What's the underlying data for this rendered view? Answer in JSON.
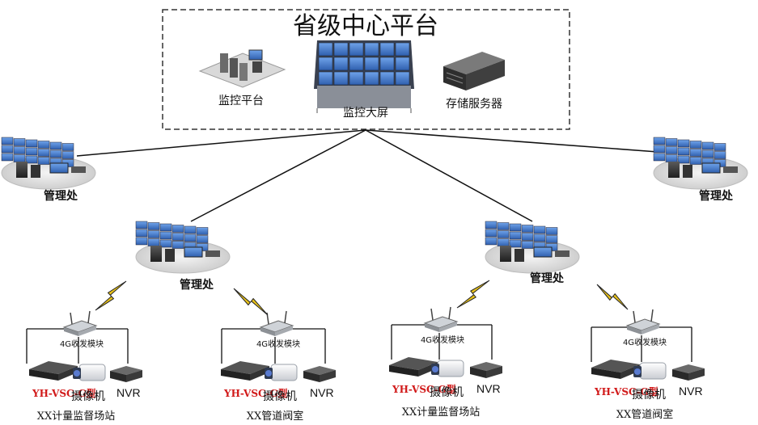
{
  "provincial_center": {
    "title": "省级中心平台",
    "items": [
      {
        "label": "监控平台",
        "icon": "monitoring-platform-icon"
      },
      {
        "label": "监控大屏",
        "icon": "video-wall-icon"
      },
      {
        "label": "存储服务器",
        "icon": "storage-server-icon"
      }
    ]
  },
  "management_offices": [
    {
      "label": "管理处"
    },
    {
      "label": "管理处"
    },
    {
      "label": "管理处"
    },
    {
      "label": "管理处"
    }
  ],
  "stations": [
    {
      "name": "XX计量监督场站",
      "module": "4G收发模块",
      "model": "YH-VSC-G型",
      "camera": "摄像机",
      "nvr": "NVR"
    },
    {
      "name": "XX管道阀室",
      "module": "4G收发模块",
      "model": "YH-VSC-G型",
      "camera": "摄像机",
      "nvr": "NVR"
    },
    {
      "name": "XX计量监督场站",
      "module": "4G收发模块",
      "model": "YH-VSC-G型",
      "camera": "摄像机",
      "nvr": "NVR"
    },
    {
      "name": "XX管道阀室",
      "module": "4G收发模块",
      "model": "YH-VSC-G型",
      "camera": "摄像机",
      "nvr": "NVR"
    }
  ],
  "colors": {
    "model_text": "#d11a1a",
    "lightning": "#e8c21a",
    "screen": "#4a7fd0",
    "frame_dash": "#333333"
  }
}
